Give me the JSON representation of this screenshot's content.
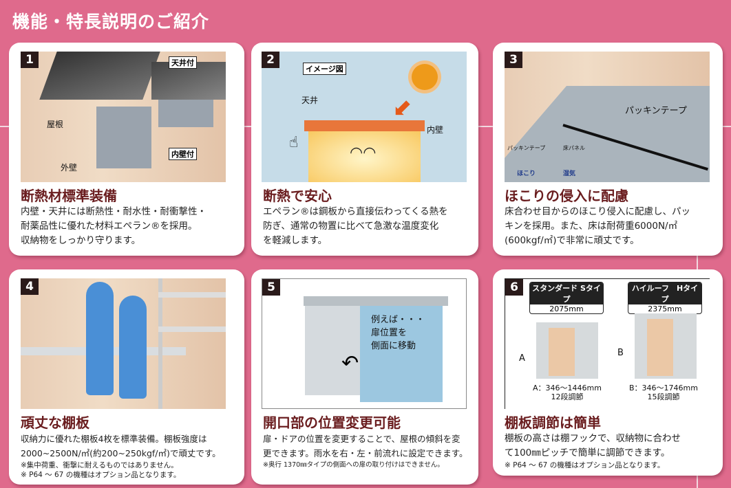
{
  "page_title": "機能・特長説明のご紹介",
  "cards": [
    {
      "number": "1",
      "title": "断熱材標準装備",
      "lines": [
        "内壁・天井には断熱性・耐水性・耐衝撃性・",
        "耐薬品性に優れた材料エペラン®を採用。",
        "収納物をしっかり守ります。"
      ],
      "notes": [],
      "image_labels": {
        "ceiling_tag": "天井付",
        "wall_tag": "内壁付",
        "roof": "屋根",
        "outer_wall": "外壁"
      }
    },
    {
      "number": "2",
      "title": "断熱で安心",
      "lines": [
        "エペラン®は鋼板から直接伝わってくる熱を",
        "防ぎ、通常の物置に比べて急激な温度変化",
        "を軽減します。"
      ],
      "notes": [],
      "image_labels": {
        "tag": "イメージ図",
        "ceiling": "天井",
        "inner_wall": "内壁"
      }
    },
    {
      "number": "3",
      "title": "ほこりの侵入に配慮",
      "lines": [
        "床合わせ目からのほこり侵入に配慮し、パッ",
        "キンを採用。また、床は耐荷重6000N/㎡",
        "(600kgf/㎡)で非常に頑丈です。"
      ],
      "notes": [],
      "image_labels": {
        "packing_tape": "パッキンテープ",
        "packing_tape_small": "パッキンテープ",
        "floor_panel": "床パネル",
        "dust": "ほこり",
        "humidity": "湿気"
      }
    },
    {
      "number": "4",
      "title": "頑丈な棚板",
      "lines": [
        "収納力に優れた棚板4枚を標準装備。棚板強度は",
        "2000~2500N/㎡(約200~250kgf/㎡)で頑丈です。"
      ],
      "notes": [
        "※集中荷重、衝撃に耐えるものではありません。",
        "※ P64 ～ 67 の機種はオプション品となります。"
      ]
    },
    {
      "number": "5",
      "title": "開口部の位置変更可能",
      "lines": [
        "扉・ドアの位置を変更することで、屋根の傾斜を変",
        "更できます。雨水を右・左・前流れに設定できます。"
      ],
      "notes": [
        "※奥行 1370㎜タイプの側面への扉の取り付けはできません。"
      ],
      "image_labels": {
        "callout": [
          "例えば・・・",
          "扉位置を",
          "側面に移動"
        ]
      }
    },
    {
      "number": "6",
      "title": "棚板調節は簡単",
      "lines": [
        "棚板の高さは棚フックで、収納物に合わせ",
        "て100㎜ピッチで簡単に調節できます。"
      ],
      "notes": [
        "※ P64 ～ 67 の機種はオプション品となります。"
      ],
      "image_labels": {
        "s_type": "スタンダード Sタイプ",
        "s_height": "2075mm",
        "h_type": "ハイルーフ　Hタイプ",
        "h_height": "2375mm",
        "a": "A",
        "b": "B",
        "a_range": "A：346～1446mm",
        "a_steps": "12段調節",
        "b_range": "B：346～1746mm",
        "b_steps": "15段調節"
      }
    }
  ]
}
